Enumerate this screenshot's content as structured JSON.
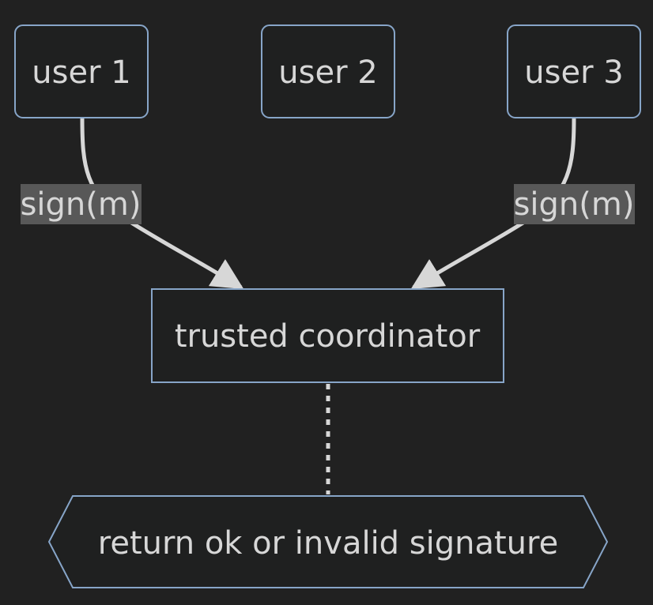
{
  "diagram": {
    "nodes": {
      "user1": "user 1",
      "user2": "user 2",
      "user3": "user 3",
      "coordinator": "trusted coordinator",
      "result": "return ok or invalid signature"
    },
    "edges": {
      "user1_to_coordinator": "sign(m)",
      "user3_to_coordinator": "sign(m)"
    },
    "colors": {
      "background": "#212121",
      "node_fill": "#1f2020",
      "node_border": "#87a5c8",
      "text": "#d7d7d7",
      "edge": "#d7d7d7",
      "edge_label_bg": "#585858"
    }
  }
}
